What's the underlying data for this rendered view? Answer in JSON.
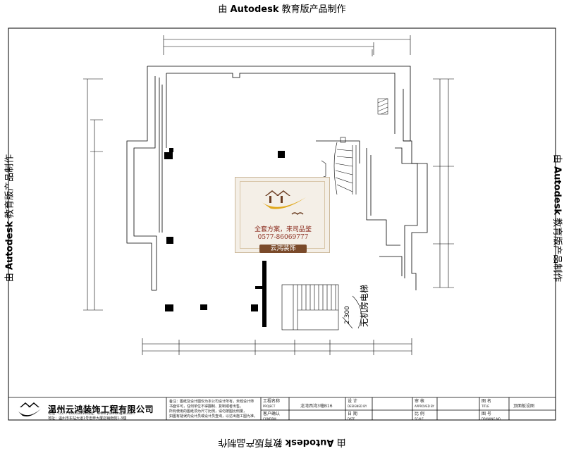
{
  "watermark": {
    "top": {
      "prefix": "由 ",
      "brand": "Autodesk",
      "suffix": " 教育版产品制作"
    },
    "bottom": {
      "prefix": "由 ",
      "brand": "Autodesk",
      "suffix": " 教育版产品制作"
    },
    "left": {
      "prefix": "由 ",
      "brand": "Autodesk",
      "suffix": " 教育版产品制作"
    },
    "right": {
      "prefix": "由 ",
      "brand": "Autodesk",
      "suffix": " 教育版产品制作"
    }
  },
  "promo": {
    "slogan": "全套方案，来司品鉴",
    "phone": "0577-86069777",
    "brand": "云鸿装饰"
  },
  "plan_labels": {
    "elevation": "2.300",
    "machine_room": "无机房电梯"
  },
  "title_block": {
    "company": "温州云鸿装饰工程有限公司",
    "phone_line": "电话：0577-86069999网址：www.yunhongzs.com",
    "address_line": "地址：温州市车站大道1号忠奔大厦店铺南侧1-3楼",
    "notes": [
      "备注：图纸及设计图仅为本公司设计所有，未经设计师",
      "书面许可，任何单位不得翻制、复制或者出售。",
      "所有使用的图纸须为尺寸比例，请勿按图比例量，",
      "如图有疑误向设计员或设计员查询，以达出施工图为准。"
    ],
    "project_label": "工程名称",
    "project_label_en": "PROJECT",
    "project_value": "龙湾西湾3幢B16",
    "design_label": "设 计",
    "design_label_en": "DESIGNED BY",
    "review_label": "审 核",
    "review_label_en": "APPROVED BY",
    "drawing_name_label": "图 名",
    "drawing_name_label_en": "TITLE",
    "drawing_name_value": "顶面板设图",
    "client_label": "客户确认",
    "client_label_en": "CONFIRM",
    "date_label": "日 期",
    "date_label_en": "DATE",
    "scale_label": "比 例",
    "scale_label_en": "SCALE",
    "drawing_no_label": "图 号",
    "drawing_no_label_en": "DRAWING NO"
  }
}
